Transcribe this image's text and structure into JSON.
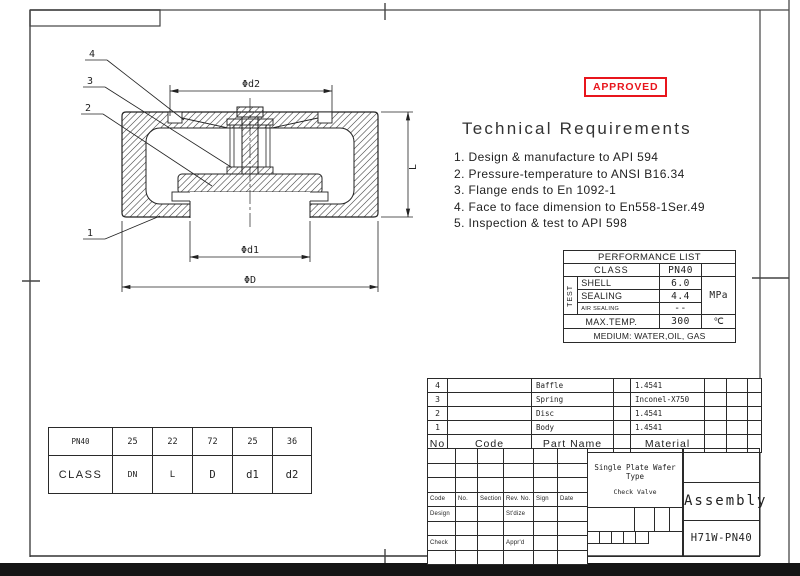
{
  "colors": {
    "stamp_red": "#e8151c",
    "line": "#2a2a2a",
    "frame_gray": "#8c8c8c"
  },
  "stamp": {
    "label": "APPROVED"
  },
  "technical_requirements": {
    "title": "Technical Requirements",
    "items": [
      "1. Design & manufacture to API 594",
      "2. Pressure-temperature to ANSI B16.34",
      "3. Flange ends to En 1092-1",
      "4. Face to face dimension to En558-1Ser.49",
      "5. Inspection & test to API 598"
    ]
  },
  "performance_list": {
    "title": "PERFORMANCE LIST",
    "class_label": "CLASS",
    "class_value": "PN40",
    "test_label": "TEST",
    "rows": [
      {
        "label": "SHELL",
        "value": "6.0"
      },
      {
        "label": "SEALING",
        "value": "4.4"
      },
      {
        "label": "AIR SEALING",
        "value": "--"
      }
    ],
    "unit": "MPa",
    "max_temp_label": "MAX.TEMP.",
    "max_temp_value": "300",
    "max_temp_unit": "℃",
    "medium": "MEDIUM: WATER,OIL, GAS"
  },
  "parts_list": {
    "headers": {
      "no": "No",
      "code": "Code",
      "part_name": "Part Name",
      "material": "Material"
    },
    "rows": [
      {
        "no": "4",
        "code": "",
        "part_name": "Baffle",
        "material": "1.4541"
      },
      {
        "no": "3",
        "code": "",
        "part_name": "Spring",
        "material": "Inconel-X750"
      },
      {
        "no": "2",
        "code": "",
        "part_name": "Disc",
        "material": "1.4541"
      },
      {
        "no": "1",
        "code": "",
        "part_name": "Body",
        "material": "1.4541"
      }
    ]
  },
  "dimension_table": {
    "rows": [
      [
        "PN40",
        "25",
        "22",
        "72",
        "25",
        "36"
      ],
      [
        "CLASS",
        "DN",
        "L",
        "D",
        "d1",
        "d2"
      ]
    ]
  },
  "title_block": {
    "headers": [
      "Code",
      "No.",
      "Section",
      "Rev. No.",
      "Sign",
      "Date"
    ],
    "design_label": "Design",
    "stdize_label": "St'dize",
    "check_label": "Check",
    "apprd_label": "Appr'd",
    "product_line1": "Single Plate Wafer Type",
    "product_line2": "Check Valve",
    "doc_type": "Assembly",
    "drawing_no": "H71W-PN40"
  },
  "drawing": {
    "dim_d2": "Φd2",
    "dim_d1": "Φd1",
    "dim_D": "ΦD",
    "dim_L": "L",
    "balloons": [
      "4",
      "3",
      "2",
      "1"
    ]
  }
}
